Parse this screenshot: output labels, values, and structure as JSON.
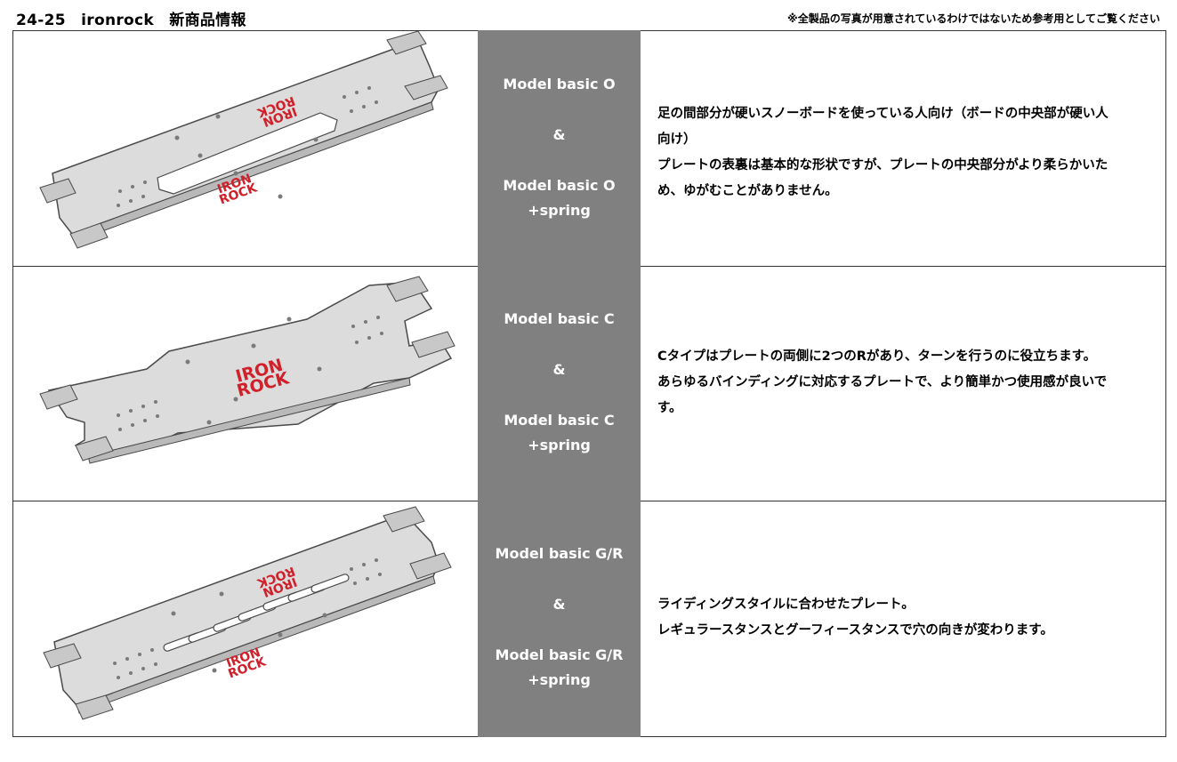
{
  "header": {
    "title": "24-25　ironrock　新商品情報",
    "notice": "※全製品の写真が用意されているわけではないため参考用としてご覧ください"
  },
  "products": [
    {
      "model_top": "Model basic O",
      "amp": "&",
      "model_bottom": "Model basic O",
      "model_suffix": "+spring",
      "desc": [
        "足の間部分が硬いスノーボードを使っている人向け（ボードの中央部が硬い人",
        "向け）",
        "プレートの表裏は基本的な形状ですが、プレートの中央部分がより柔らかいた",
        "め、ゆがむことがありません。"
      ],
      "logo_text_top": "IRON",
      "logo_text_bottom": "ROCK"
    },
    {
      "model_top": "Model basic C",
      "amp": "&",
      "model_bottom": "Model basic C",
      "model_suffix": "+spring",
      "desc": [
        "Cタイプはプレートの両側に2つのRがあり、ターンを行うのに役立ちます。",
        "あらゆるバインディングに対応するプレートで、より簡単かつ使用感が良いで",
        "す。"
      ],
      "logo_text_top": "IRON",
      "logo_text_bottom": "ROCK"
    },
    {
      "model_top": "Model basic G/R",
      "amp": "&",
      "model_bottom": "Model basic G/R",
      "model_suffix": "+spring",
      "desc": [
        "ライディングスタイルに合わせたプレート。",
        "レギュラースタンスとグーフィースタンスで穴の向きが変わります。"
      ],
      "logo_text_top": "IRON",
      "logo_text_bottom": "ROCK"
    }
  ],
  "colors": {
    "model_bg": "#808080",
    "plate": "#dcdcdc",
    "plate_edge": "#4a4a4a",
    "logo": "#d0202a"
  }
}
